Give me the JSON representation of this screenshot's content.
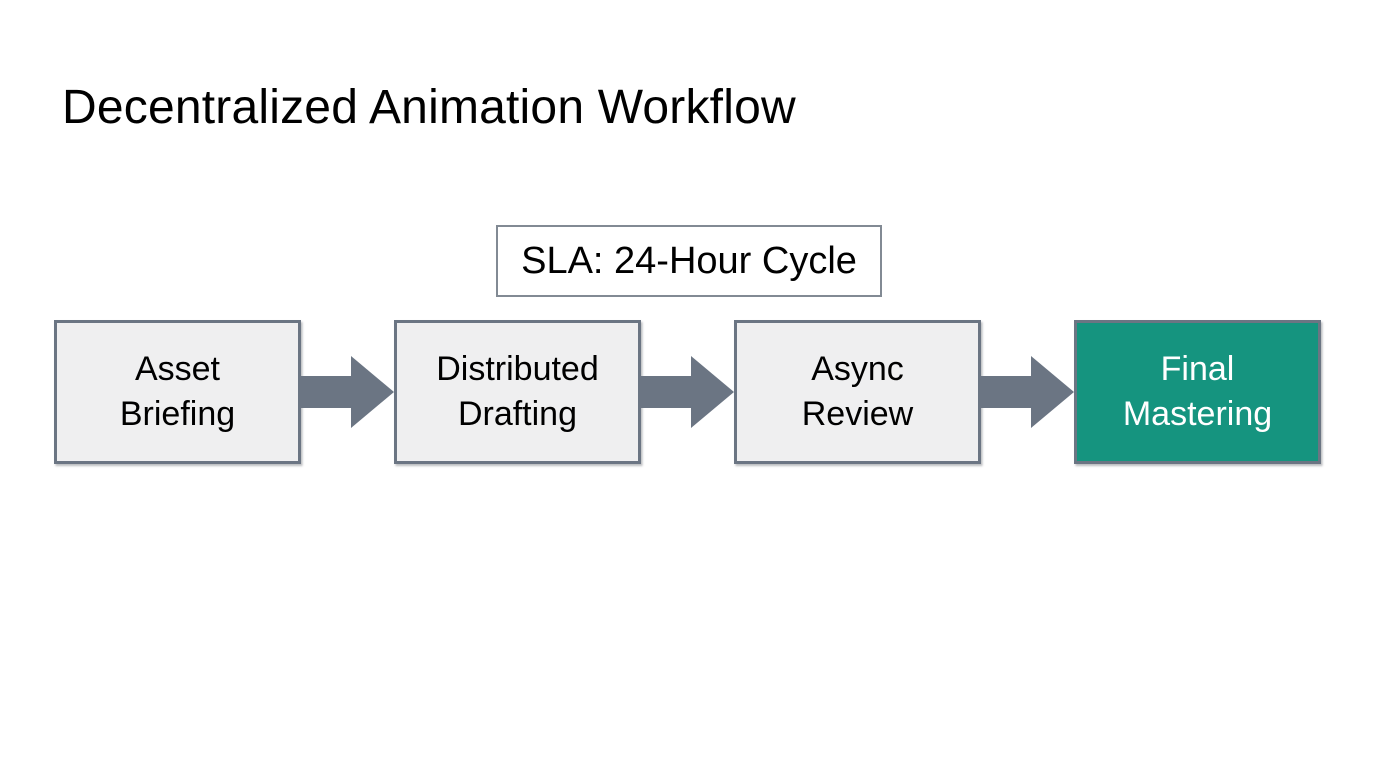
{
  "slide": {
    "title": "Decentralized Animation Workflow",
    "sla_label": "SLA: 24-Hour Cycle"
  },
  "stages": [
    {
      "label": "Asset\nBriefing"
    },
    {
      "label": "Distributed\nDrafting"
    },
    {
      "label": "Async\nReview"
    },
    {
      "label": "Final\nMastering"
    }
  ],
  "colors": {
    "background": "#ffffff",
    "text": "#000000",
    "stage-fill": "#efeff0",
    "stage-border": "#6b7583",
    "arrow": "#6b7583",
    "final-fill": "#15947f",
    "final-text": "#ffffff",
    "sla-border": "#828a94"
  }
}
